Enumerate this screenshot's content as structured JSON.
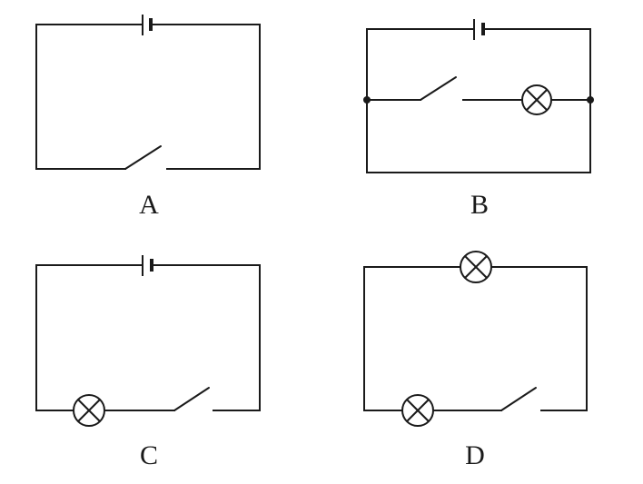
{
  "circuits": [
    {
      "label": "A"
    },
    {
      "label": "B"
    },
    {
      "label": "C"
    },
    {
      "label": "D"
    }
  ],
  "colors": {
    "line": "#1a1a1a",
    "background": "#ffffff"
  }
}
